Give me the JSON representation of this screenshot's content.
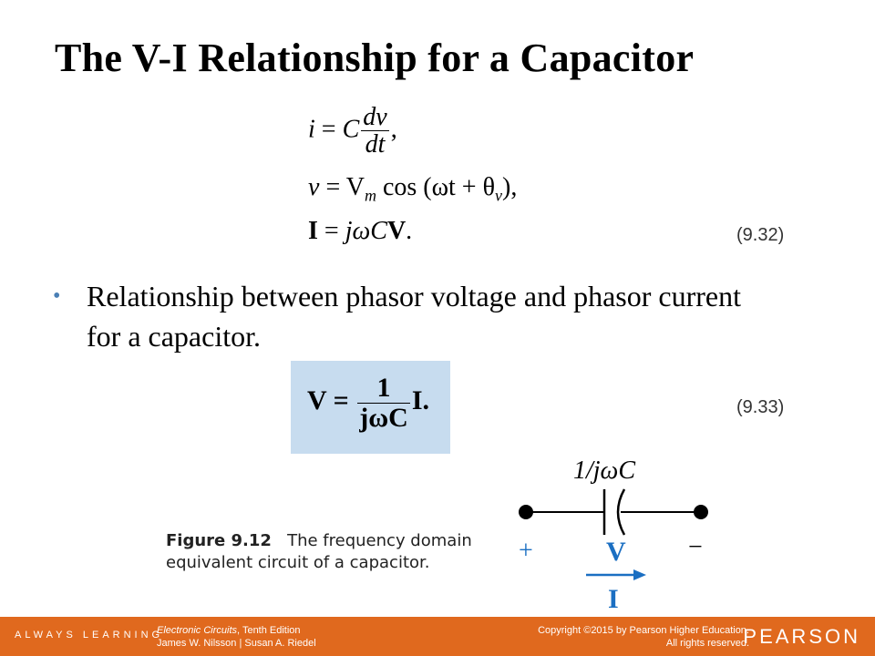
{
  "title": "The V-I Relationship for a Capacitor",
  "equations": {
    "eq1_lhs": "i",
    "eq1_eq": "=",
    "eq1_c": "C",
    "eq1_num": "dv",
    "eq1_den": "dt",
    "eq1_end": ",",
    "eq2_lhs": "v",
    "eq2_rhs": "= V",
    "eq2_sub": "m",
    "eq2_cos": " cos (ωt + θ",
    "eq2_sub2": "v",
    "eq2_end": "),",
    "eq3_lhs": "I",
    "eq3_eq": " = ",
    "eq3_rhs": "jωC",
    "eq3_v": "V",
    "eq3_end": ".",
    "eq3_number": "(9.32)"
  },
  "bullet": "Relationship between phasor voltage and phasor current for a capacitor.",
  "boxed_equation": {
    "lhs": "V =",
    "num": "1",
    "den": "jωC",
    "rhs": "I.",
    "number": "(9.33)"
  },
  "caption": {
    "label": "Figure 9.12",
    "text": "The frequency domain equivalent circuit of a capacitor."
  },
  "circuit": {
    "impedance": "1/jωC",
    "plus": "+",
    "minus": "−",
    "voltage": "V",
    "current": "I"
  },
  "footer": {
    "always_learning": "ALWAYS LEARNING",
    "book_title": "Electronic Circuits",
    "edition": ", Tenth Edition",
    "authors": "James W. Nilsson | Susan A. Riedel",
    "copyright": "Copyright ©2015 by Pearson Higher Education.",
    "rights": "All rights reserved.",
    "logo": "PEARSON"
  },
  "colors": {
    "footer": "#e0691e",
    "box": "#c7dcef",
    "bullet": "#4a7fb5",
    "arrow": "#1b6fc2"
  }
}
